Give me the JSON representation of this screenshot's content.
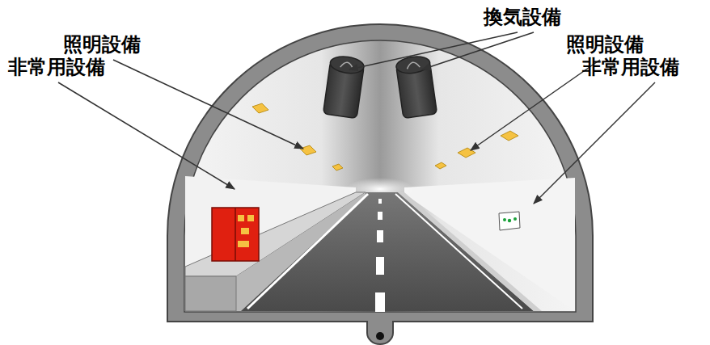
{
  "diagram": {
    "labels": [
      "換気設備",
      "照明設備",
      "照明設備",
      "非常用設備",
      "非常用設備"
    ]
  }
}
